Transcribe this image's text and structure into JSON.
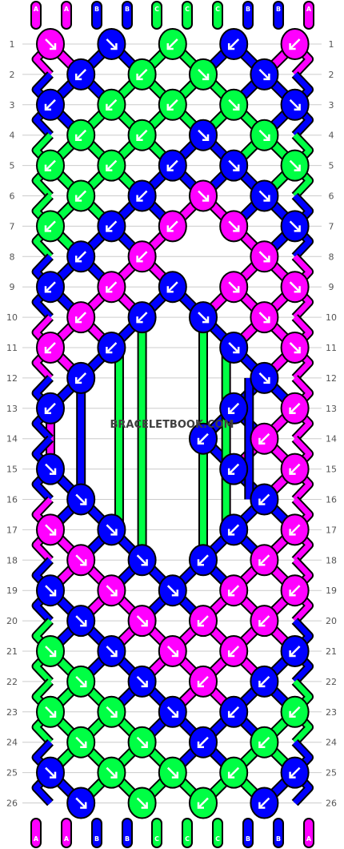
{
  "watermark": "BRACELETBOOK.COM",
  "colors": {
    "A": "#ff00ff",
    "B": "#0000ff",
    "C": "#00ff44",
    "grid": "#cccccc"
  },
  "top_threads": [
    "A",
    "A",
    "B",
    "B",
    "C",
    "C",
    "C",
    "B",
    "B",
    "A"
  ],
  "bottom_threads": [
    "A",
    "A",
    "B",
    "B",
    "C",
    "C",
    "C",
    "B",
    "B",
    "A"
  ],
  "row_numbers": [
    "1",
    "2",
    "3",
    "4",
    "5",
    "6",
    "7",
    "8",
    "9",
    "10",
    "11",
    "12",
    "13",
    "14",
    "15",
    "16",
    "17",
    "18",
    "19",
    "20",
    "21",
    "22",
    "23",
    "24",
    "25",
    "26"
  ],
  "knots": [
    {
      "r": 1,
      "c": 0,
      "k": "A",
      "d": "se"
    },
    {
      "r": 1,
      "c": 2,
      "k": "B",
      "d": "se"
    },
    {
      "r": 1,
      "c": 4,
      "k": "C",
      "d": "sw"
    },
    {
      "r": 1,
      "c": 6,
      "k": "B",
      "d": "sw"
    },
    {
      "r": 1,
      "c": 8,
      "k": "A",
      "d": "sw"
    },
    {
      "r": 2,
      "c": 1,
      "k": "B",
      "d": "sw"
    },
    {
      "r": 2,
      "c": 3,
      "k": "C",
      "d": "sw"
    },
    {
      "r": 2,
      "c": 5,
      "k": "C",
      "d": "se"
    },
    {
      "r": 2,
      "c": 7,
      "k": "B",
      "d": "se"
    },
    {
      "r": 3,
      "c": 0,
      "k": "B",
      "d": "sw"
    },
    {
      "r": 3,
      "c": 2,
      "k": "C",
      "d": "sw"
    },
    {
      "r": 3,
      "c": 4,
      "k": "C",
      "d": "sw"
    },
    {
      "r": 3,
      "c": 6,
      "k": "C",
      "d": "se"
    },
    {
      "r": 3,
      "c": 8,
      "k": "B",
      "d": "se"
    },
    {
      "r": 4,
      "c": 1,
      "k": "C",
      "d": "sw"
    },
    {
      "r": 4,
      "c": 3,
      "k": "C",
      "d": "sw"
    },
    {
      "r": 4,
      "c": 5,
      "k": "B",
      "d": "se"
    },
    {
      "r": 4,
      "c": 7,
      "k": "C",
      "d": "se"
    },
    {
      "r": 5,
      "c": 0,
      "k": "C",
      "d": "sw"
    },
    {
      "r": 5,
      "c": 2,
      "k": "C",
      "d": "sw"
    },
    {
      "r": 5,
      "c": 4,
      "k": "B",
      "d": "sw"
    },
    {
      "r": 5,
      "c": 6,
      "k": "B",
      "d": "se"
    },
    {
      "r": 5,
      "c": 8,
      "k": "C",
      "d": "se"
    },
    {
      "r": 6,
      "c": 1,
      "k": "C",
      "d": "sw"
    },
    {
      "r": 6,
      "c": 3,
      "k": "B",
      "d": "sw"
    },
    {
      "r": 6,
      "c": 5,
      "k": "A",
      "d": "se"
    },
    {
      "r": 6,
      "c": 7,
      "k": "B",
      "d": "se"
    },
    {
      "r": 7,
      "c": 0,
      "k": "C",
      "d": "sw"
    },
    {
      "r": 7,
      "c": 2,
      "k": "B",
      "d": "sw"
    },
    {
      "r": 7,
      "c": 4,
      "k": "A",
      "d": "sw"
    },
    {
      "r": 7,
      "c": 6,
      "k": "A",
      "d": "se"
    },
    {
      "r": 7,
      "c": 8,
      "k": "B",
      "d": "se"
    },
    {
      "r": 8,
      "c": 1,
      "k": "B",
      "d": "sw"
    },
    {
      "r": 8,
      "c": 3,
      "k": "A",
      "d": "sw"
    },
    {
      "r": 8,
      "c": 7,
      "k": "A",
      "d": "se"
    },
    {
      "r": 9,
      "c": 0,
      "k": "B",
      "d": "sw"
    },
    {
      "r": 9,
      "c": 2,
      "k": "A",
      "d": "sw"
    },
    {
      "r": 9,
      "c": 4,
      "k": "B",
      "d": "sw"
    },
    {
      "r": 9,
      "c": 6,
      "k": "A",
      "d": "se"
    },
    {
      "r": 9,
      "c": 8,
      "k": "A",
      "d": "se"
    },
    {
      "r": 10,
      "c": 1,
      "k": "A",
      "d": "sw"
    },
    {
      "r": 10,
      "c": 3,
      "k": "B",
      "d": "sw"
    },
    {
      "r": 10,
      "c": 5,
      "k": "B",
      "d": "se"
    },
    {
      "r": 10,
      "c": 7,
      "k": "A",
      "d": "se"
    },
    {
      "r": 11,
      "c": 0,
      "k": "A",
      "d": "sw"
    },
    {
      "r": 11,
      "c": 2,
      "k": "B",
      "d": "sw"
    },
    {
      "r": 11,
      "c": 6,
      "k": "B",
      "d": "se"
    },
    {
      "r": 11,
      "c": 8,
      "k": "A",
      "d": "se"
    },
    {
      "r": 12,
      "c": 1,
      "k": "B",
      "d": "sw"
    },
    {
      "r": 12,
      "c": 7,
      "k": "B",
      "d": "se"
    },
    {
      "r": 13,
      "c": 0,
      "k": "B",
      "d": "sw"
    },
    {
      "r": 13,
      "c": 6,
      "k": "B",
      "d": "sw"
    },
    {
      "r": 13,
      "c": 8,
      "k": "A",
      "d": "sw"
    },
    {
      "r": 14,
      "c": 5,
      "k": "B",
      "d": "sw"
    },
    {
      "r": 14,
      "c": 7,
      "k": "A",
      "d": "sw"
    },
    {
      "r": 15,
      "c": 0,
      "k": "B",
      "d": "se"
    },
    {
      "r": 15,
      "c": 6,
      "k": "B",
      "d": "sw"
    },
    {
      "r": 15,
      "c": 8,
      "k": "A",
      "d": "sw"
    },
    {
      "r": 16,
      "c": 1,
      "k": "B",
      "d": "se"
    },
    {
      "r": 16,
      "c": 7,
      "k": "B",
      "d": "sw"
    },
    {
      "r": 17,
      "c": 0,
      "k": "A",
      "d": "se"
    },
    {
      "r": 17,
      "c": 2,
      "k": "B",
      "d": "se"
    },
    {
      "r": 17,
      "c": 6,
      "k": "B",
      "d": "sw"
    },
    {
      "r": 17,
      "c": 8,
      "k": "A",
      "d": "sw"
    },
    {
      "r": 18,
      "c": 1,
      "k": "A",
      "d": "se"
    },
    {
      "r": 18,
      "c": 3,
      "k": "B",
      "d": "se"
    },
    {
      "r": 18,
      "c": 5,
      "k": "B",
      "d": "sw"
    },
    {
      "r": 18,
      "c": 7,
      "k": "A",
      "d": "sw"
    },
    {
      "r": 19,
      "c": 0,
      "k": "B",
      "d": "se"
    },
    {
      "r": 19,
      "c": 2,
      "k": "A",
      "d": "se"
    },
    {
      "r": 19,
      "c": 4,
      "k": "B",
      "d": "se"
    },
    {
      "r": 19,
      "c": 6,
      "k": "A",
      "d": "sw"
    },
    {
      "r": 19,
      "c": 8,
      "k": "A",
      "d": "sw"
    },
    {
      "r": 20,
      "c": 1,
      "k": "B",
      "d": "se"
    },
    {
      "r": 20,
      "c": 3,
      "k": "A",
      "d": "se"
    },
    {
      "r": 20,
      "c": 5,
      "k": "A",
      "d": "sw"
    },
    {
      "r": 20,
      "c": 7,
      "k": "A",
      "d": "sw"
    },
    {
      "r": 21,
      "c": 0,
      "k": "C",
      "d": "se"
    },
    {
      "r": 21,
      "c": 2,
      "k": "B",
      "d": "se"
    },
    {
      "r": 21,
      "c": 4,
      "k": "A",
      "d": "se"
    },
    {
      "r": 21,
      "c": 6,
      "k": "A",
      "d": "sw"
    },
    {
      "r": 21,
      "c": 8,
      "k": "B",
      "d": "sw"
    },
    {
      "r": 22,
      "c": 1,
      "k": "C",
      "d": "se"
    },
    {
      "r": 22,
      "c": 3,
      "k": "B",
      "d": "se"
    },
    {
      "r": 22,
      "c": 5,
      "k": "A",
      "d": "sw"
    },
    {
      "r": 22,
      "c": 7,
      "k": "B",
      "d": "sw"
    },
    {
      "r": 23,
      "c": 0,
      "k": "C",
      "d": "se"
    },
    {
      "r": 23,
      "c": 2,
      "k": "C",
      "d": "se"
    },
    {
      "r": 23,
      "c": 4,
      "k": "B",
      "d": "se"
    },
    {
      "r": 23,
      "c": 6,
      "k": "B",
      "d": "sw"
    },
    {
      "r": 23,
      "c": 8,
      "k": "C",
      "d": "sw"
    },
    {
      "r": 24,
      "c": 1,
      "k": "C",
      "d": "se"
    },
    {
      "r": 24,
      "c": 3,
      "k": "C",
      "d": "se"
    },
    {
      "r": 24,
      "c": 5,
      "k": "B",
      "d": "sw"
    },
    {
      "r": 24,
      "c": 7,
      "k": "C",
      "d": "sw"
    },
    {
      "r": 25,
      "c": 0,
      "k": "B",
      "d": "se"
    },
    {
      "r": 25,
      "c": 2,
      "k": "C",
      "d": "se"
    },
    {
      "r": 25,
      "c": 4,
      "k": "C",
      "d": "se"
    },
    {
      "r": 25,
      "c": 6,
      "k": "C",
      "d": "sw"
    },
    {
      "r": 25,
      "c": 8,
      "k": "B",
      "d": "sw"
    },
    {
      "r": 26,
      "c": 1,
      "k": "B",
      "d": "se"
    },
    {
      "r": 26,
      "c": 3,
      "k": "C",
      "d": "se"
    },
    {
      "r": 26,
      "c": 5,
      "k": "C",
      "d": "sw"
    },
    {
      "r": 26,
      "c": 7,
      "k": "B",
      "d": "sw"
    }
  ],
  "straight_threads": [
    {
      "c": 2.25,
      "from": 11,
      "to": 17,
      "k": "C"
    },
    {
      "c": 3.0,
      "from": 10,
      "to": 18,
      "k": "C"
    },
    {
      "c": 5.0,
      "from": 10,
      "to": 18,
      "k": "C"
    },
    {
      "c": 5.75,
      "from": 11,
      "to": 17,
      "k": "C"
    },
    {
      "c": 1.0,
      "from": 12,
      "to": 16,
      "k": "B"
    },
    {
      "c": 6.5,
      "from": 12,
      "to": 16,
      "k": "B"
    },
    {
      "c": 0.0,
      "from": 13,
      "to": 15,
      "k": "A"
    }
  ]
}
